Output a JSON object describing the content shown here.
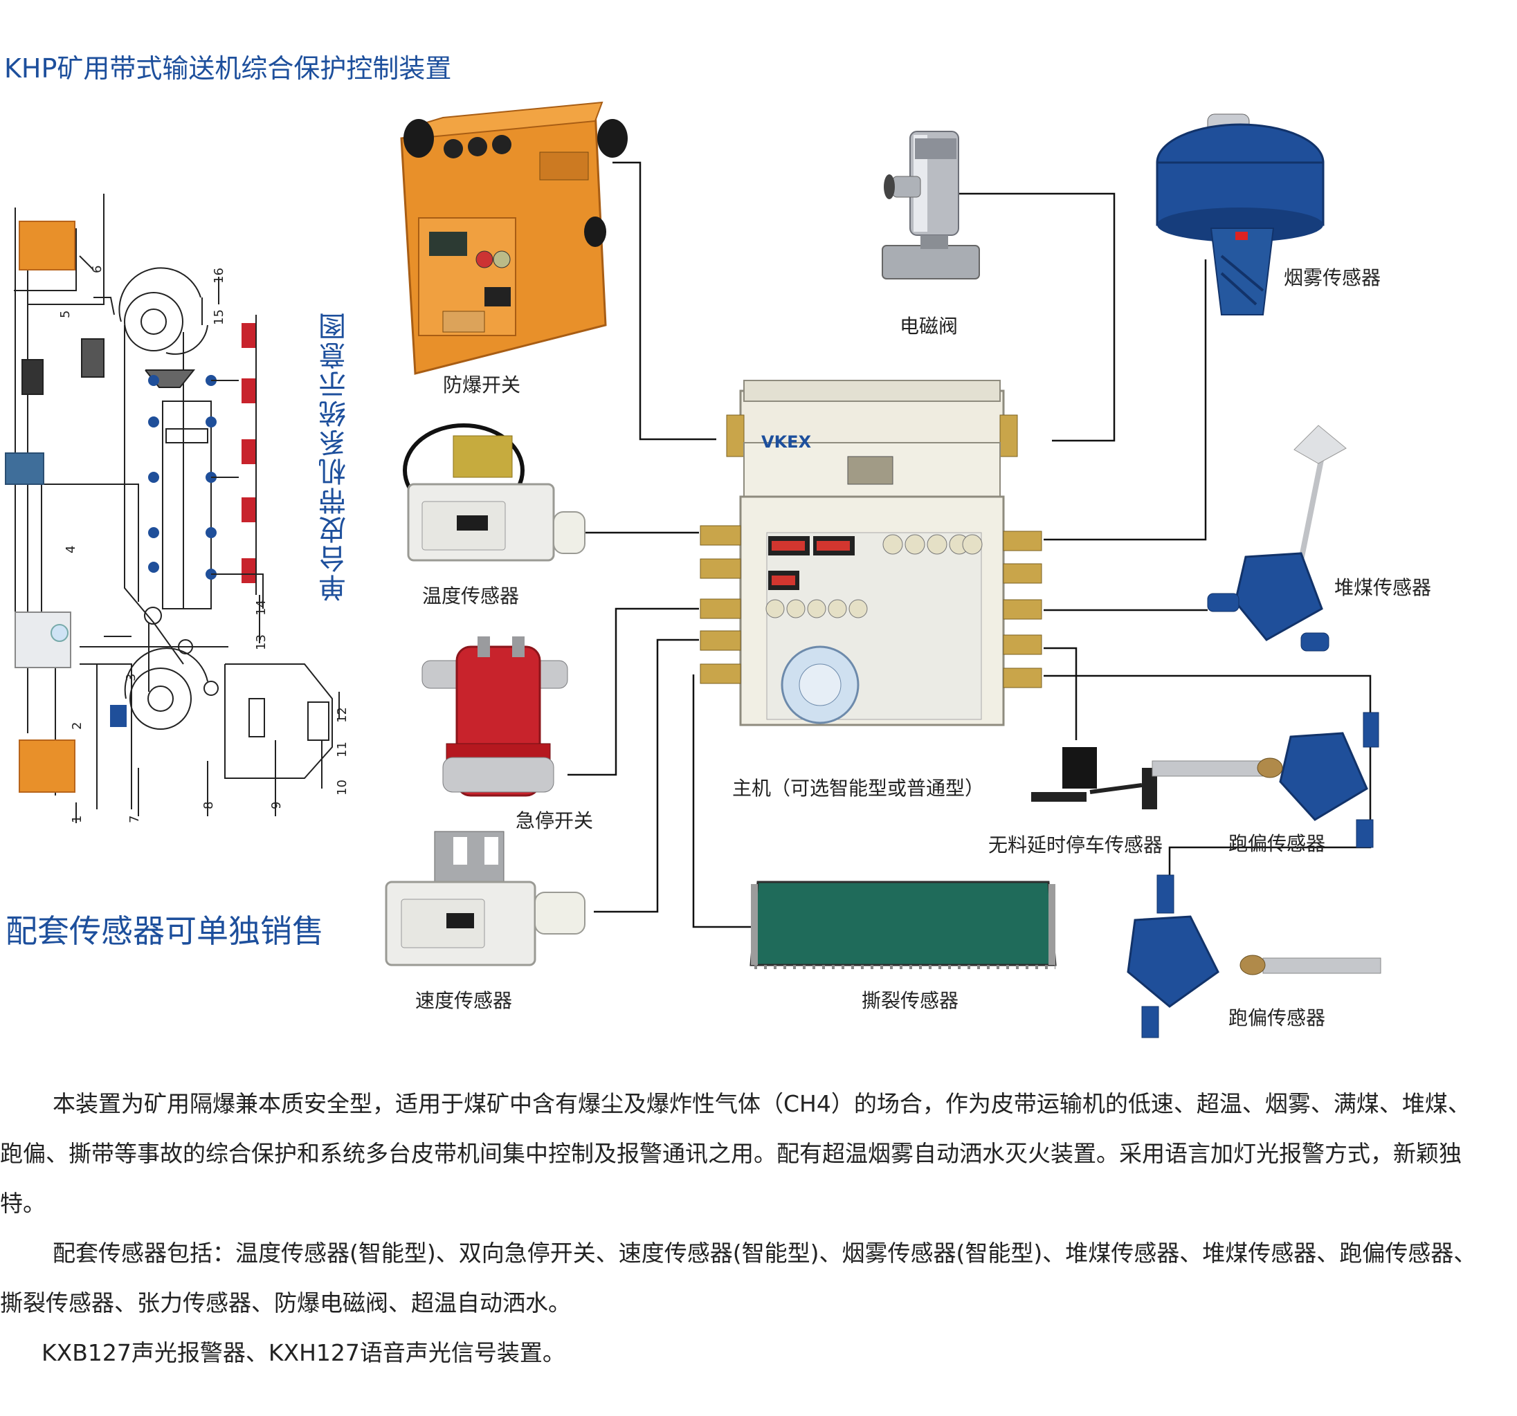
{
  "title": "KHP矿用带式输送机综合保护控制装置",
  "schematic_title": "单台皮带机系统示意图",
  "sale_note": "配套传感器可单独销售",
  "host_brand": "VKEX",
  "schematic_numbers": [
    "1",
    "2",
    "3",
    "4",
    "5",
    "6",
    "7",
    "8",
    "9",
    "10",
    "11",
    "12",
    "13",
    "14",
    "15",
    "16"
  ],
  "components": {
    "explosion_switch": "防爆开关",
    "solenoid_valve": "电磁阀",
    "smoke_sensor": "烟雾传感器",
    "temp_sensor": "温度传感器",
    "emergency_stop": "急停开关",
    "speed_sensor": "速度传感器",
    "host": "主机（可选智能型或普通型）",
    "coal_pile_sensor": "堆煤传感器",
    "no_material_sensor": "无料延时停车传感器",
    "deviation_sensor_1": "跑偏传感器",
    "tear_sensor": "撕裂传感器",
    "deviation_sensor_2": "跑偏传感器"
  },
  "description": {
    "p1": "本装置为矿用隔爆兼本质安全型，适用于煤矿中含有爆尘及爆炸性气体（CH4）的场合，作为皮带运输机的低速、超温、烟雾、满煤、堆煤、跑偏、撕带等事故的综合保护和系统多台皮带机间集中控制及报警通讯之用。配有超温烟雾自动洒水灭火装置。采用语言加灯光报警方式，新颖独特。",
    "p2": "配套传感器包括：温度传感器(智能型)、双向急停开关、速度传感器(智能型)、烟雾传感器(智能型)、堆煤传感器、堆煤传感器、跑偏传感器、撕裂传感器、张力传感器、防爆电磁阀、超温自动洒水。",
    "p3": "KXB127声光报警器、KXH127语音声光信号装置。"
  },
  "colors": {
    "title_blue": "#1d4f9c",
    "switch_orange": "#e8902a",
    "sensor_blue": "#1f4f9a",
    "stop_red": "#c8232c",
    "host_body": "#f1efe4",
    "tear_green": "#1f6b5a"
  }
}
